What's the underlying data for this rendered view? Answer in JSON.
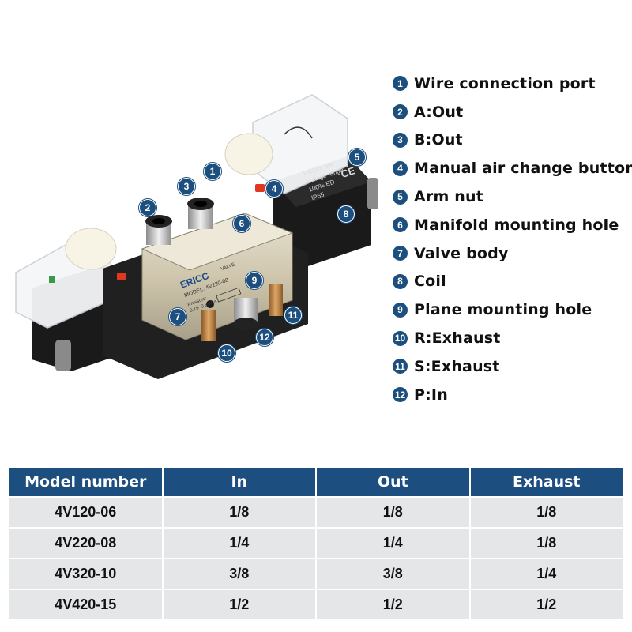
{
  "legend": [
    {
      "num": "1",
      "label": "Wire connection port"
    },
    {
      "num": "2",
      "label": "A:Out"
    },
    {
      "num": "3",
      "label": "B:Out"
    },
    {
      "num": "4",
      "label": "Manual air change button"
    },
    {
      "num": "5",
      "label": "Arm nut"
    },
    {
      "num": "6",
      "label": "Manifold mounting hole"
    },
    {
      "num": "7",
      "label": "Valve body"
    },
    {
      "num": "8",
      "label": "Coil"
    },
    {
      "num": "9",
      "label": "Plane mounting hole"
    },
    {
      "num": "10",
      "label": "R:Exhaust"
    },
    {
      "num": "11",
      "label": "S:Exhaust"
    },
    {
      "num": "12",
      "label": "P:In"
    }
  ],
  "product": {
    "brand": "ERICC",
    "valve_tag": "VALVE",
    "model": "MODEL:   4V220-08",
    "pressure": "Pressure:",
    "pressure_range": "0.15~0.8MPa",
    "coil_line1": "DC24V     4W",
    "coil_line2": "Voltage   range:",
    "coil_line3": "100% ED",
    "coil_line4": "IP65",
    "ce_mark": "CE"
  },
  "table": {
    "headers": [
      "Model number",
      "In",
      "Out",
      "Exhaust"
    ],
    "rows": [
      [
        "4V120-06",
        "1/8",
        "1/8",
        "1/8"
      ],
      [
        "4V220-08",
        "1/4",
        "1/4",
        "1/8"
      ],
      [
        "4V320-10",
        "3/8",
        "3/8",
        "1/4"
      ],
      [
        "4V420-15",
        "1/2",
        "1/2",
        "1/2"
      ]
    ]
  }
}
